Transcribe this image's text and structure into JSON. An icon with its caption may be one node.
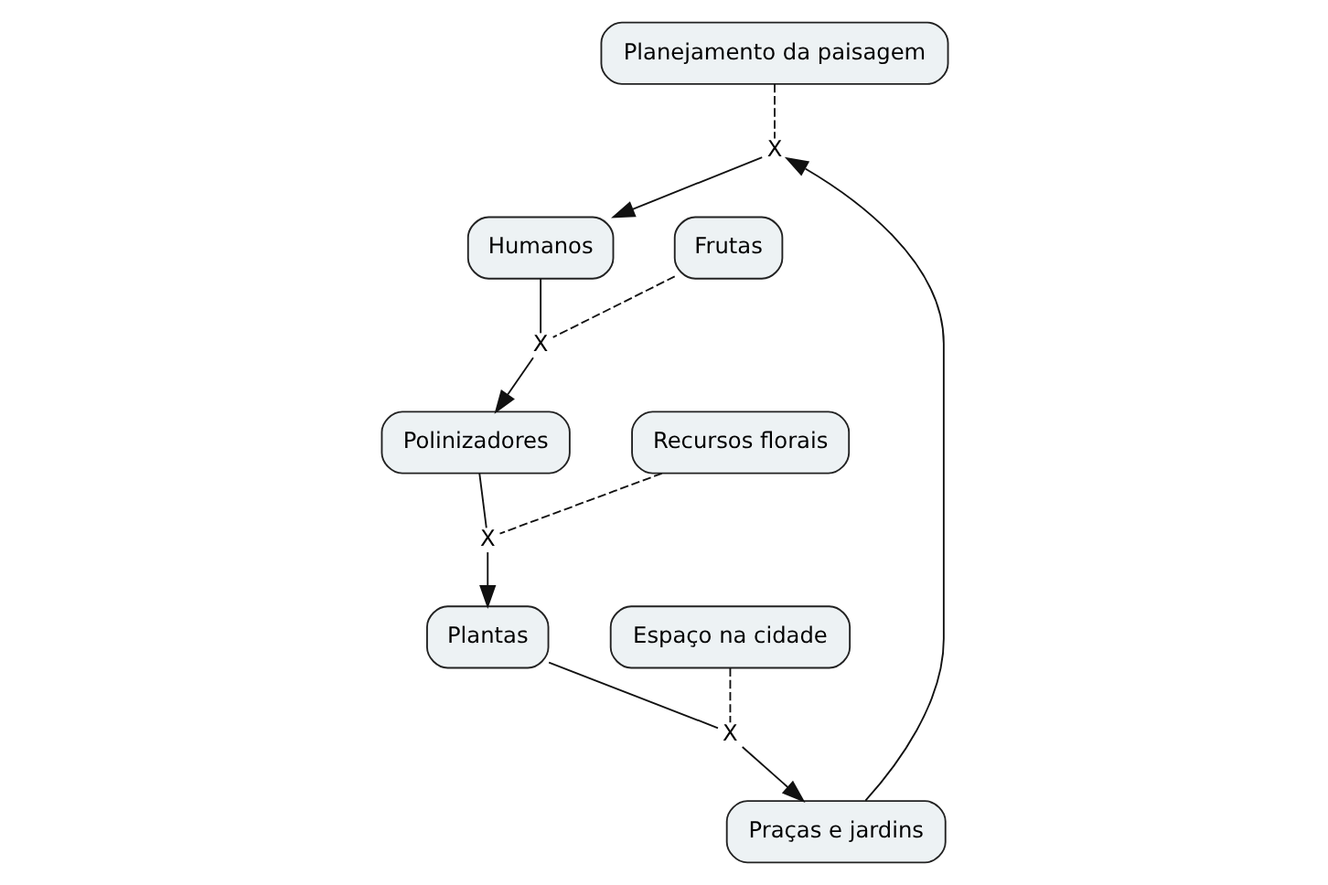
{
  "diagram": {
    "nodes": [
      {
        "text": [
          "Planejamento da paisagem"
        ]
      },
      {
        "text": [
          "X"
        ]
      },
      {
        "text": [
          "Humanos"
        ]
      },
      {
        "text": [
          "Espaço na cidade"
        ]
      },
      {
        "text": [
          "Praças e jardins"
        ]
      },
      {
        "text": [
          "X"
        ]
      },
      {
        "text": [
          "Frutas"
        ]
      },
      {
        "text": [
          "X"
        ]
      },
      {
        "text": [
          "Plantas"
        ]
      },
      {
        "text": [
          "Polinizadores"
        ]
      },
      {
        "text": [
          "X"
        ]
      },
      {
        "text": [
          "Recursos florais"
        ]
      }
    ],
    "edges": [
      {
        "from": 0,
        "to": 1,
        "arrow": "none",
        "style": "dashed"
      },
      {
        "from": 1,
        "to": 2,
        "arrow": "to"
      },
      {
        "from": 4,
        "to": 1,
        "arrow": "to"
      },
      {
        "from": 2,
        "to": 5,
        "arrow": "none"
      },
      {
        "from": 6,
        "to": 5,
        "arrow": "none",
        "style": "dashed"
      },
      {
        "from": 5,
        "to": 9,
        "arrow": "to"
      },
      {
        "from": 9,
        "to": 10,
        "arrow": "none"
      },
      {
        "from": 11,
        "to": 10,
        "arrow": "none",
        "style": "dashed"
      },
      {
        "from": 10,
        "to": 8,
        "arrow": "to"
      },
      {
        "from": 8,
        "to": 7,
        "arrow": "none"
      },
      {
        "from": 3,
        "to": 7,
        "arrow": "none",
        "style": "dashed"
      },
      {
        "from": 7,
        "to": 4,
        "arrow": "to"
      }
    ]
  }
}
